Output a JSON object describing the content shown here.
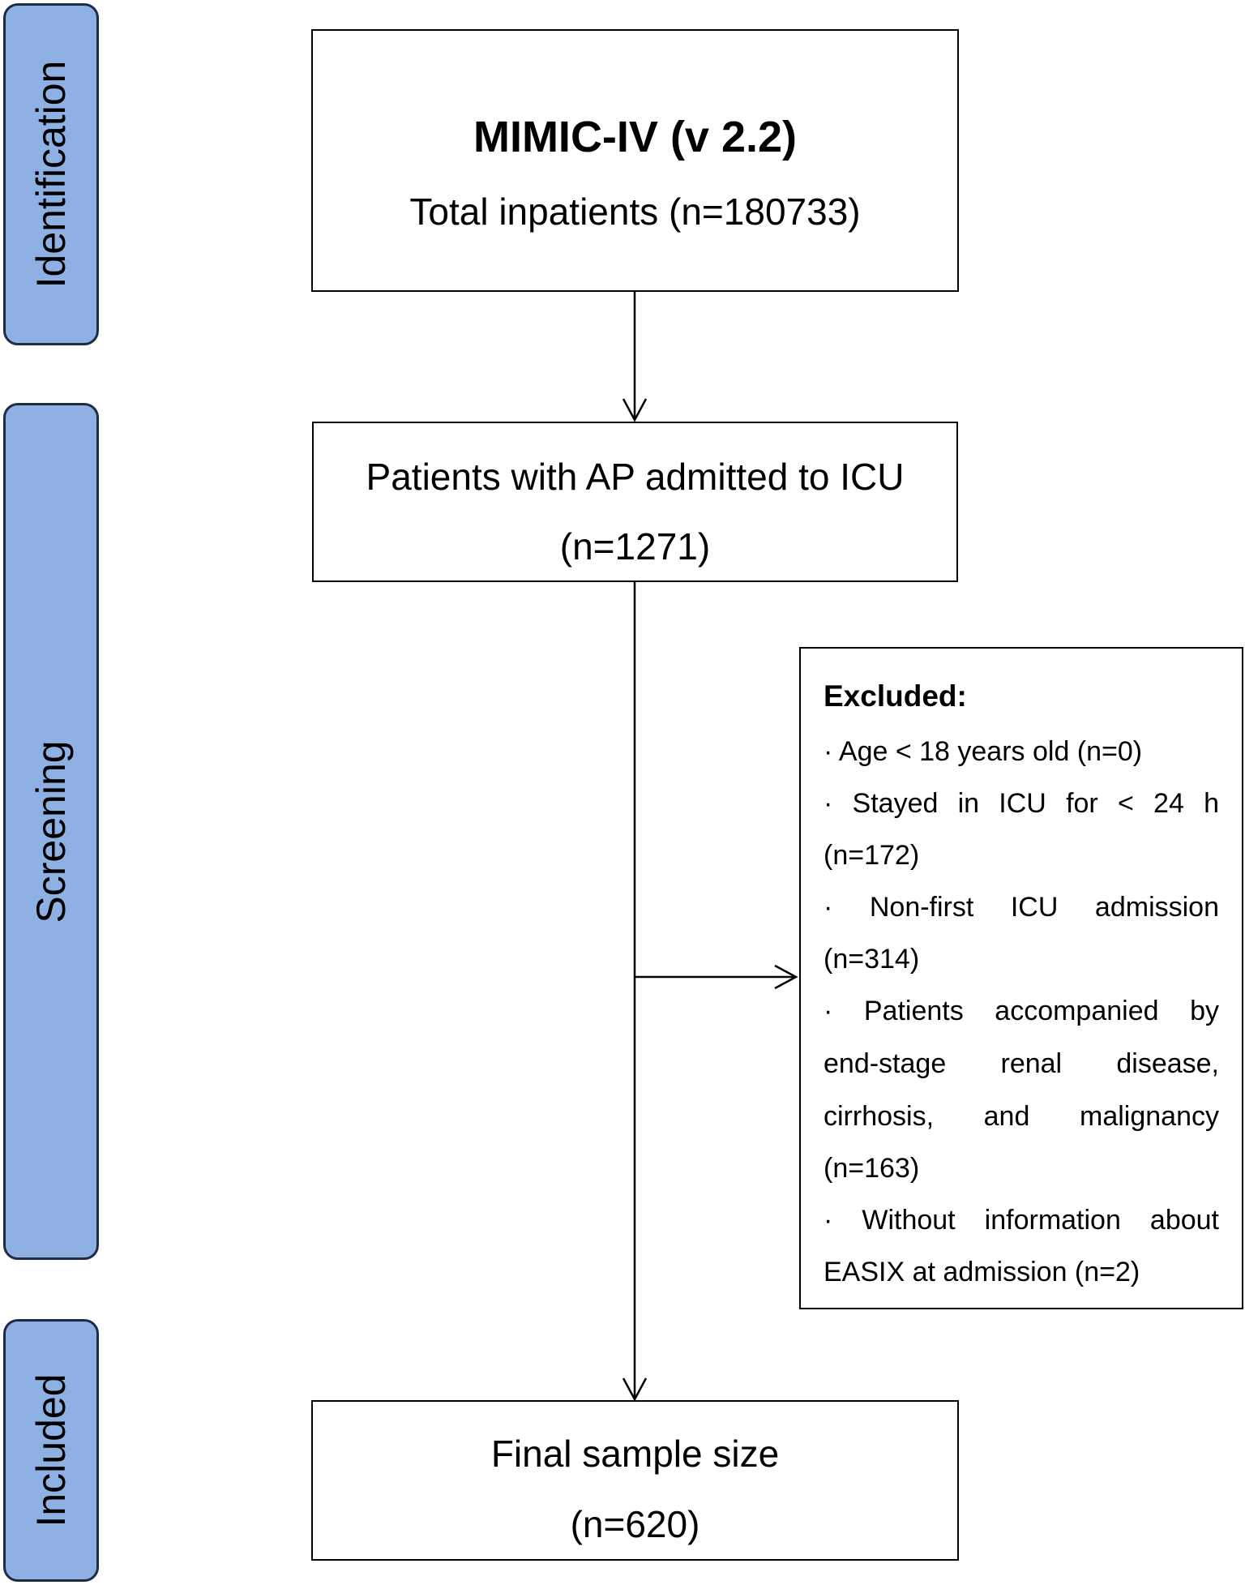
{
  "stages": {
    "identification": "Identification",
    "screening": "Screening",
    "included": "Included"
  },
  "boxes": {
    "source": {
      "title": "MIMIC-IV (v 2.2)",
      "subtitle": "Total inpatients (n=180733)"
    },
    "admitted": {
      "line1": "Patients with AP admitted to ICU",
      "line2": "(n=1271)"
    },
    "excluded": {
      "title": "Excluded:",
      "lines": [
        "· Age < 18 years old (n=0)",
        "· Stayed in ICU for < 24 h",
        "(n=172)",
        "· Non-first ICU admission",
        "(n=314)",
        "· Patients accompanied by",
        "end-stage renal disease,",
        "cirrhosis, and malignancy",
        "(n=163)",
        "· Without information about",
        "EASIX at admission (n=2)"
      ]
    },
    "final": {
      "line1": "Final sample size",
      "line2": "(n=620)"
    }
  }
}
